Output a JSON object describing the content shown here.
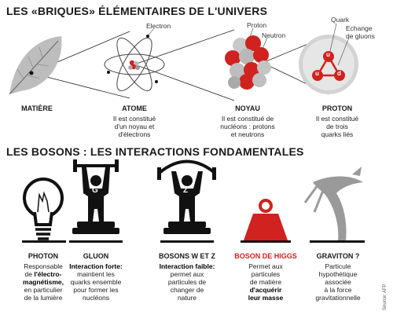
{
  "headings": {
    "top": "LES «BRIQUES» ÉLÉMENTAIRES DE L'UNIVERS",
    "bottom": "LES BOSONS : LES INTERACTIONS FONDAMENTALES"
  },
  "labels": {
    "electron": "Electron",
    "proton": "Proton",
    "neutron": "Neutron",
    "quark": "Quark",
    "echange_line1": "Echange",
    "echange_line2": "de gluons"
  },
  "figure_letters": {
    "g": "G",
    "z": "Z",
    "quark_u": "u",
    "quark_d": "d"
  },
  "bricks": [
    {
      "name": "MATIÈRE",
      "desc": []
    },
    {
      "name": "ATOME",
      "desc": [
        "Il est constitué",
        "d'un noyau et",
        "d'électrons"
      ]
    },
    {
      "name": "NOYAU",
      "desc": [
        "Il est constitué de",
        "nucléons : protons",
        "et neutrons"
      ]
    },
    {
      "name": "PROTON",
      "desc": [
        "Il est constitué",
        "de trois",
        "quarks liés"
      ]
    }
  ],
  "bosons": [
    {
      "name": "PHOTON",
      "lines": [
        [
          "Responsable"
        ],
        [
          "de ",
          "l'électro-"
        ],
        [
          "magnétisme,"
        ],
        [
          "en particulier"
        ],
        [
          "de la lumière"
        ]
      ]
    },
    {
      "name": "GLUON",
      "lines": [
        [
          "Interaction forte:"
        ],
        [
          "maintient les"
        ],
        [
          "quarks ensemble"
        ],
        [
          "pour former les"
        ],
        [
          "nucléons"
        ]
      ]
    },
    {
      "name": "BOSONS W ET Z",
      "lines": [
        [
          "Interaction faible:"
        ],
        [
          "permet aux"
        ],
        [
          "particules de"
        ],
        [
          "changer de"
        ],
        [
          "nature"
        ]
      ]
    },
    {
      "name": "BOSON DE HIGGS",
      "lines": [
        [
          "Permet aux"
        ],
        [
          "particules"
        ],
        [
          "de matière"
        ],
        [
          "d'acquérir"
        ],
        [
          "leur masse"
        ]
      ]
    },
    {
      "name": "GRAVITON ?",
      "lines": [
        [
          "Particule"
        ],
        [
          "hypothétique"
        ],
        [
          "associée"
        ],
        [
          "à la force"
        ],
        [
          "gravitationnelle"
        ]
      ]
    }
  ],
  "source": "Source: AFP",
  "colors": {
    "red": "#d0221f",
    "dark": "#1a1a1a",
    "grey": "#9a9a9a"
  }
}
